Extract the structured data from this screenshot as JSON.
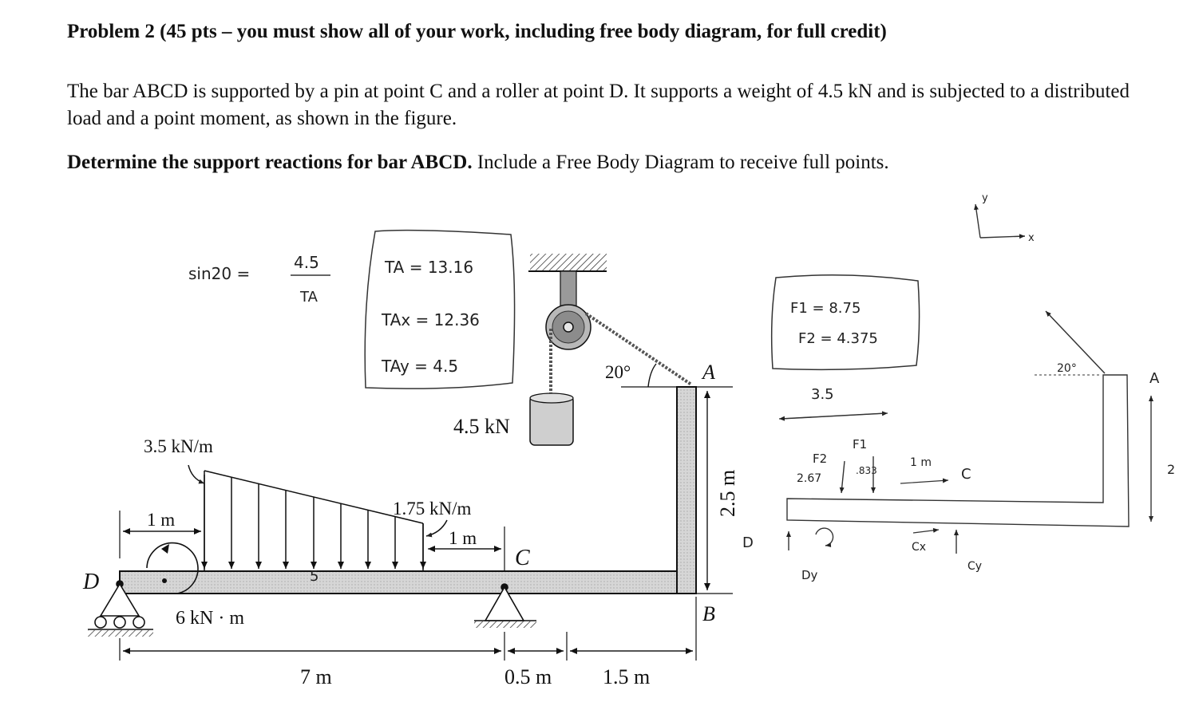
{
  "problem": {
    "title": "Problem 2 (45 pts – you must show all of your work, including free body diagram, for full credit)",
    "statement": "The bar ABCD is supported by a pin at point C and a roller at point D. It supports a weight of 4.5 kN and is subjected to a distributed load and a point moment, as shown in the figure.",
    "instruction_bold": "Determine the support reactions for bar ABCD.",
    "instruction_rest": "Include a Free Body Diagram to receive full points."
  },
  "figure": {
    "point_A": "A",
    "point_B": "B",
    "point_C": "C",
    "point_D": "D",
    "load_max": "3.5 kN/m",
    "load_min": "1.75 kN/m",
    "dim_1m_left": "1 m",
    "dim_1m_right": "1 m",
    "moment": "6 kN · m",
    "weight": "4.5 kN",
    "angle": "20°",
    "height": "2.5 m",
    "span_7m": "7 m",
    "span_05m": "0.5 m",
    "span_15m": "1.5 m"
  },
  "handwriting": {
    "sin_lhs": "sin20 =",
    "sin_num": "4.5",
    "sin_den": "TA",
    "ta": "TA = 13.16",
    "tax": "TAx = 12.36",
    "tay": "TAy = 4.5",
    "f1": "F1 = 8.75",
    "f2": "F2 = 4.375",
    "dist": "3.5",
    "f2_label": "F2",
    "f1_label": "F1",
    "val_267": "2.67",
    "val_833": ".833",
    "one_m": "1 m",
    "c_label": "C",
    "d_label": "D",
    "dy": "Dy",
    "cx": "Cx",
    "cy": "Cy",
    "angle20": "20°",
    "a_label": "A",
    "two": "2",
    "five": "5",
    "axis_y": "y",
    "axis_x": "x"
  },
  "colors": {
    "ink": "#111111",
    "bar_fill": "#d9d9d9",
    "pencil": "#333333"
  }
}
